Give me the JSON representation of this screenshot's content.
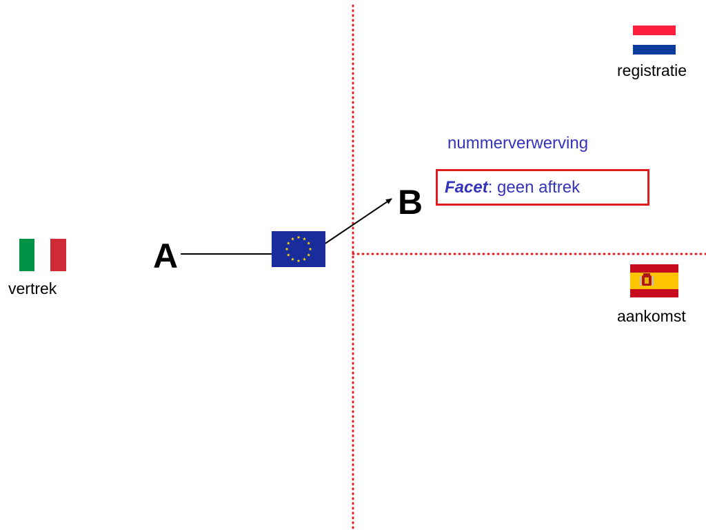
{
  "places": {
    "departure": {
      "label": "vertrek",
      "flag": "italy-flag"
    },
    "registration": {
      "label": "registratie",
      "flag": "netherlands-flag"
    },
    "arrival": {
      "label": "aankomst",
      "flag": "spain-flag"
    }
  },
  "points": {
    "a": "A",
    "b": "B"
  },
  "vehicle_flag": "eu-flag",
  "heading": "nummerverwerving",
  "facet": {
    "key": "Facet",
    "separator": ": ",
    "value": "geen aftrek"
  },
  "colors": {
    "border_line": "#e02020",
    "heading_text": "#3333bb",
    "facet_box_border": "#dd1c1c",
    "italy": [
      "#009246",
      "#ffffff",
      "#ce2b37"
    ],
    "netherlands": [
      "#ff1f3d",
      "#ffffff",
      "#0b3c9c"
    ],
    "spain": [
      "#c60b1e",
      "#ffc400",
      "#c60b1e"
    ],
    "eu_blue": "#1a2b9c",
    "eu_stars": "#ffdd00"
  }
}
